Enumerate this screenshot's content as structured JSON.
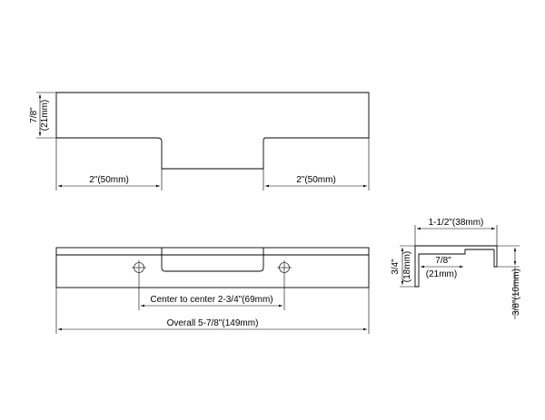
{
  "top_view": {
    "height_label": "7/8\"",
    "height_label_mm": "(21mm)",
    "left_width_label": "2\"(50mm)",
    "right_width_label": "2\"(50mm)"
  },
  "front_view": {
    "center_label": "Center to center 2-3/4\"(69mm)",
    "overall_label": "Overall 5-7/8\"(149mm)"
  },
  "side_view": {
    "depth_label": "1-1/2\"(38mm)",
    "height_label": "3/4\"",
    "height_label_mm": "(18mm)",
    "inner_label": "7/8\"",
    "inner_label_mm": "(21mm)",
    "lip_label": "3/8\"(10mm)"
  }
}
